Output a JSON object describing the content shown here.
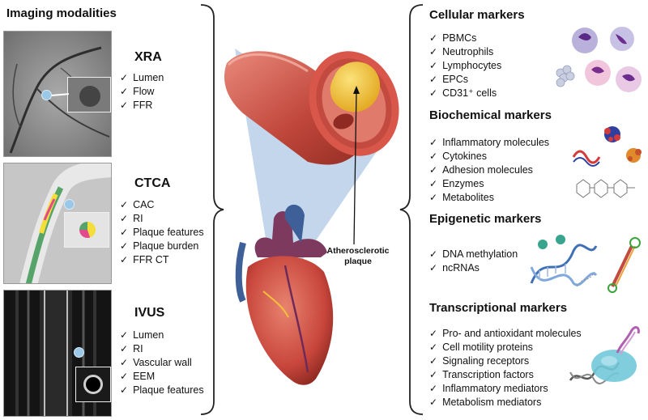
{
  "left": {
    "title": "Imaging modalities",
    "modalities": [
      {
        "name": "XRA",
        "items": [
          "Lumen",
          "Flow",
          "FFR"
        ]
      },
      {
        "name": "CTCA",
        "items": [
          "CAC",
          "RI",
          "Plaque features",
          "Plaque burden",
          "FFR CT"
        ]
      },
      {
        "name": "IVUS",
        "items": [
          "Lumen",
          "RI",
          "Vascular wall",
          "EEM",
          "Plaque features"
        ]
      }
    ]
  },
  "center": {
    "plaque_label_line1": "Atherosclerotic",
    "plaque_label_line2": "plaque"
  },
  "right": {
    "groups": [
      {
        "title": "Cellular markers",
        "items": [
          "PBMCs",
          "Neutrophils",
          "Lymphocytes",
          "EPCs",
          "CD31⁺ cells"
        ]
      },
      {
        "title": "Biochemical markers",
        "items": [
          "Inflammatory molecules",
          "Cytokines",
          "Adhesion molecules",
          "Enzymes",
          "Metabolites"
        ]
      },
      {
        "title": "Epigenetic markers",
        "items": [
          "DNA methylation",
          "ncRNAs"
        ]
      },
      {
        "title": "Transcriptional markers",
        "items": [
          "Pro- and antioxidant molecules",
          "Cell motility proteins",
          "Signaling receptors",
          "Transcription factors",
          "Inflammatory mediators",
          "Metabolism mediators"
        ]
      }
    ]
  },
  "colors": {
    "vessel_wall": "#c0463a",
    "vessel_highlight": "#e98a7c",
    "plaque": "#f2c232",
    "projection": "#b9cfe8",
    "heart": "#c8463c"
  },
  "icons": [
    "check-icon",
    "blood-cells-icon",
    "protein-molecules-icon",
    "chemical-structure-icon",
    "dna-helix-icon",
    "rna-hairpin-icon",
    "transcription-complex-icon"
  ]
}
